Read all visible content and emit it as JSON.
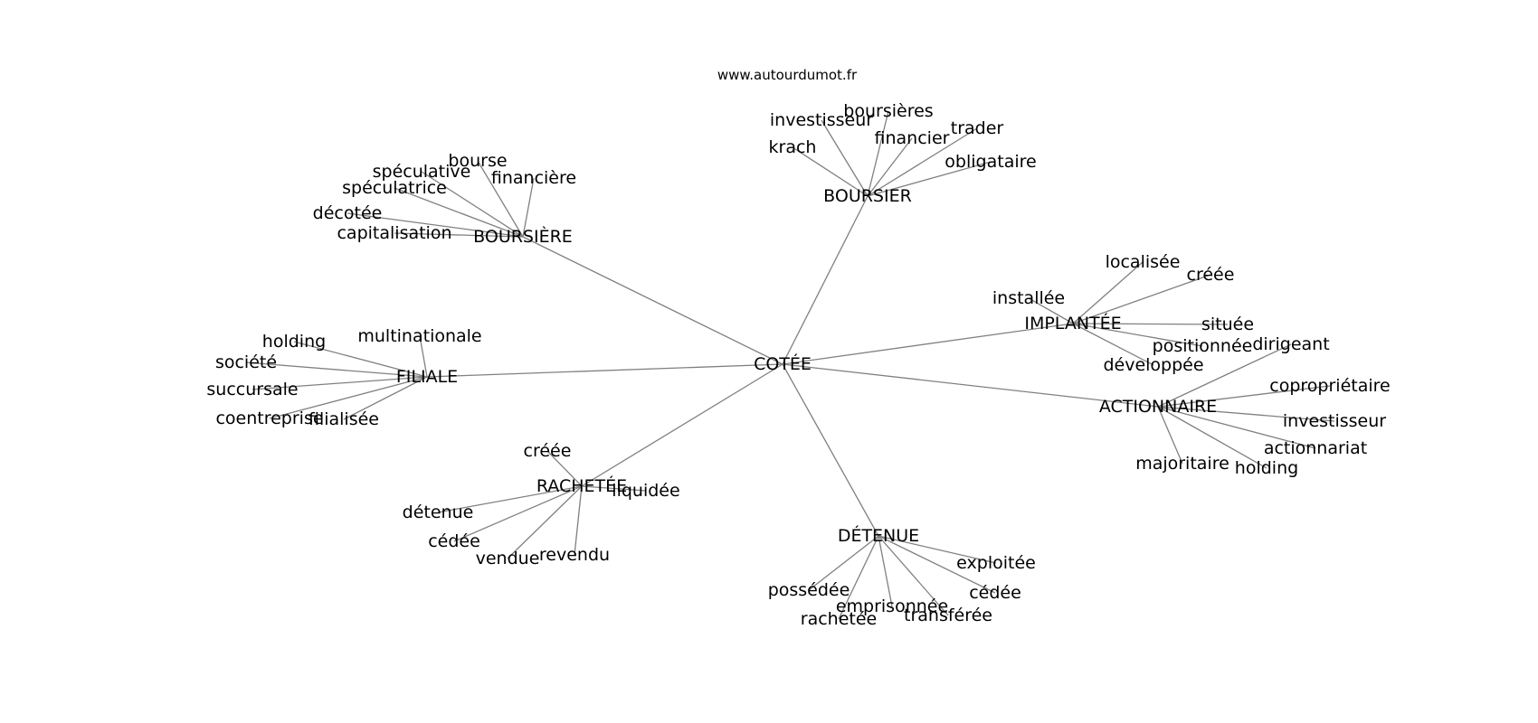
{
  "watermark": "www.autourdumot.fr",
  "graph": {
    "root": "COTÉE",
    "hubs": [
      {
        "label": "BOURSIÈRE",
        "words": [
          "bourse",
          "spéculative",
          "financière",
          "spéculatrice",
          "décotée",
          "capitalisation"
        ]
      },
      {
        "label": "BOURSIER",
        "words": [
          "boursières",
          "investisseur",
          "trader",
          "financier",
          "krach",
          "obligataire"
        ]
      },
      {
        "label": "IMPLANTÉE",
        "words": [
          "localisée",
          "créée",
          "installée",
          "située",
          "positionnée",
          "développée"
        ]
      },
      {
        "label": "FILIALE",
        "words": [
          "multinationale",
          "holding",
          "société",
          "succursale",
          "coentreprise",
          "filialisée"
        ]
      },
      {
        "label": "ACTIONNAIRE",
        "words": [
          "dirigeant",
          "copropriétaire",
          "investisseur",
          "actionnariat",
          "majoritaire",
          "holding"
        ]
      },
      {
        "label": "RACHETÉE",
        "words": [
          "créée",
          "liquidée",
          "détenue",
          "cédée",
          "vendue",
          "revendu"
        ]
      },
      {
        "label": "DÉTENUE",
        "words": [
          "exploitée",
          "possédée",
          "cédée",
          "emprisonnée",
          "transférée",
          "rachetée"
        ]
      }
    ]
  }
}
